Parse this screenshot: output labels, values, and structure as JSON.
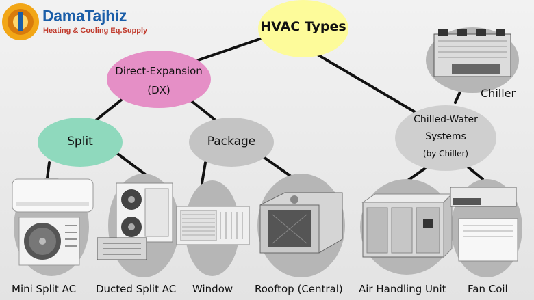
{
  "brand": {
    "name": "DamaTajhiz",
    "tagline": "Heating & Cooling Eq.Supply",
    "colors": {
      "blue": "#1b5ea8",
      "red": "#c0392b",
      "gold": "#f2a616"
    }
  },
  "nodes": {
    "root": "HVAC Types",
    "dx_line1": "Direct-Expansion",
    "dx_line2": "(DX)",
    "split": "Split",
    "package": "Package",
    "cw_line1": "Chilled-Water",
    "cw_line2": "Systems",
    "cw_line3": "(by Chiller)",
    "chiller": "Chiller"
  },
  "products": [
    "Mini Split AC",
    "Ducted Split AC",
    "Window",
    "Rooftop (Central)",
    "Air Handling Unit",
    "Fan Coil"
  ],
  "colors": {
    "root": "#fdfb9a",
    "dx": "#e58fc6",
    "split": "#8fd9bd",
    "package": "#c4c4c4",
    "chilled": "#cfcfcf",
    "ellipse": "#b6b6b6"
  }
}
